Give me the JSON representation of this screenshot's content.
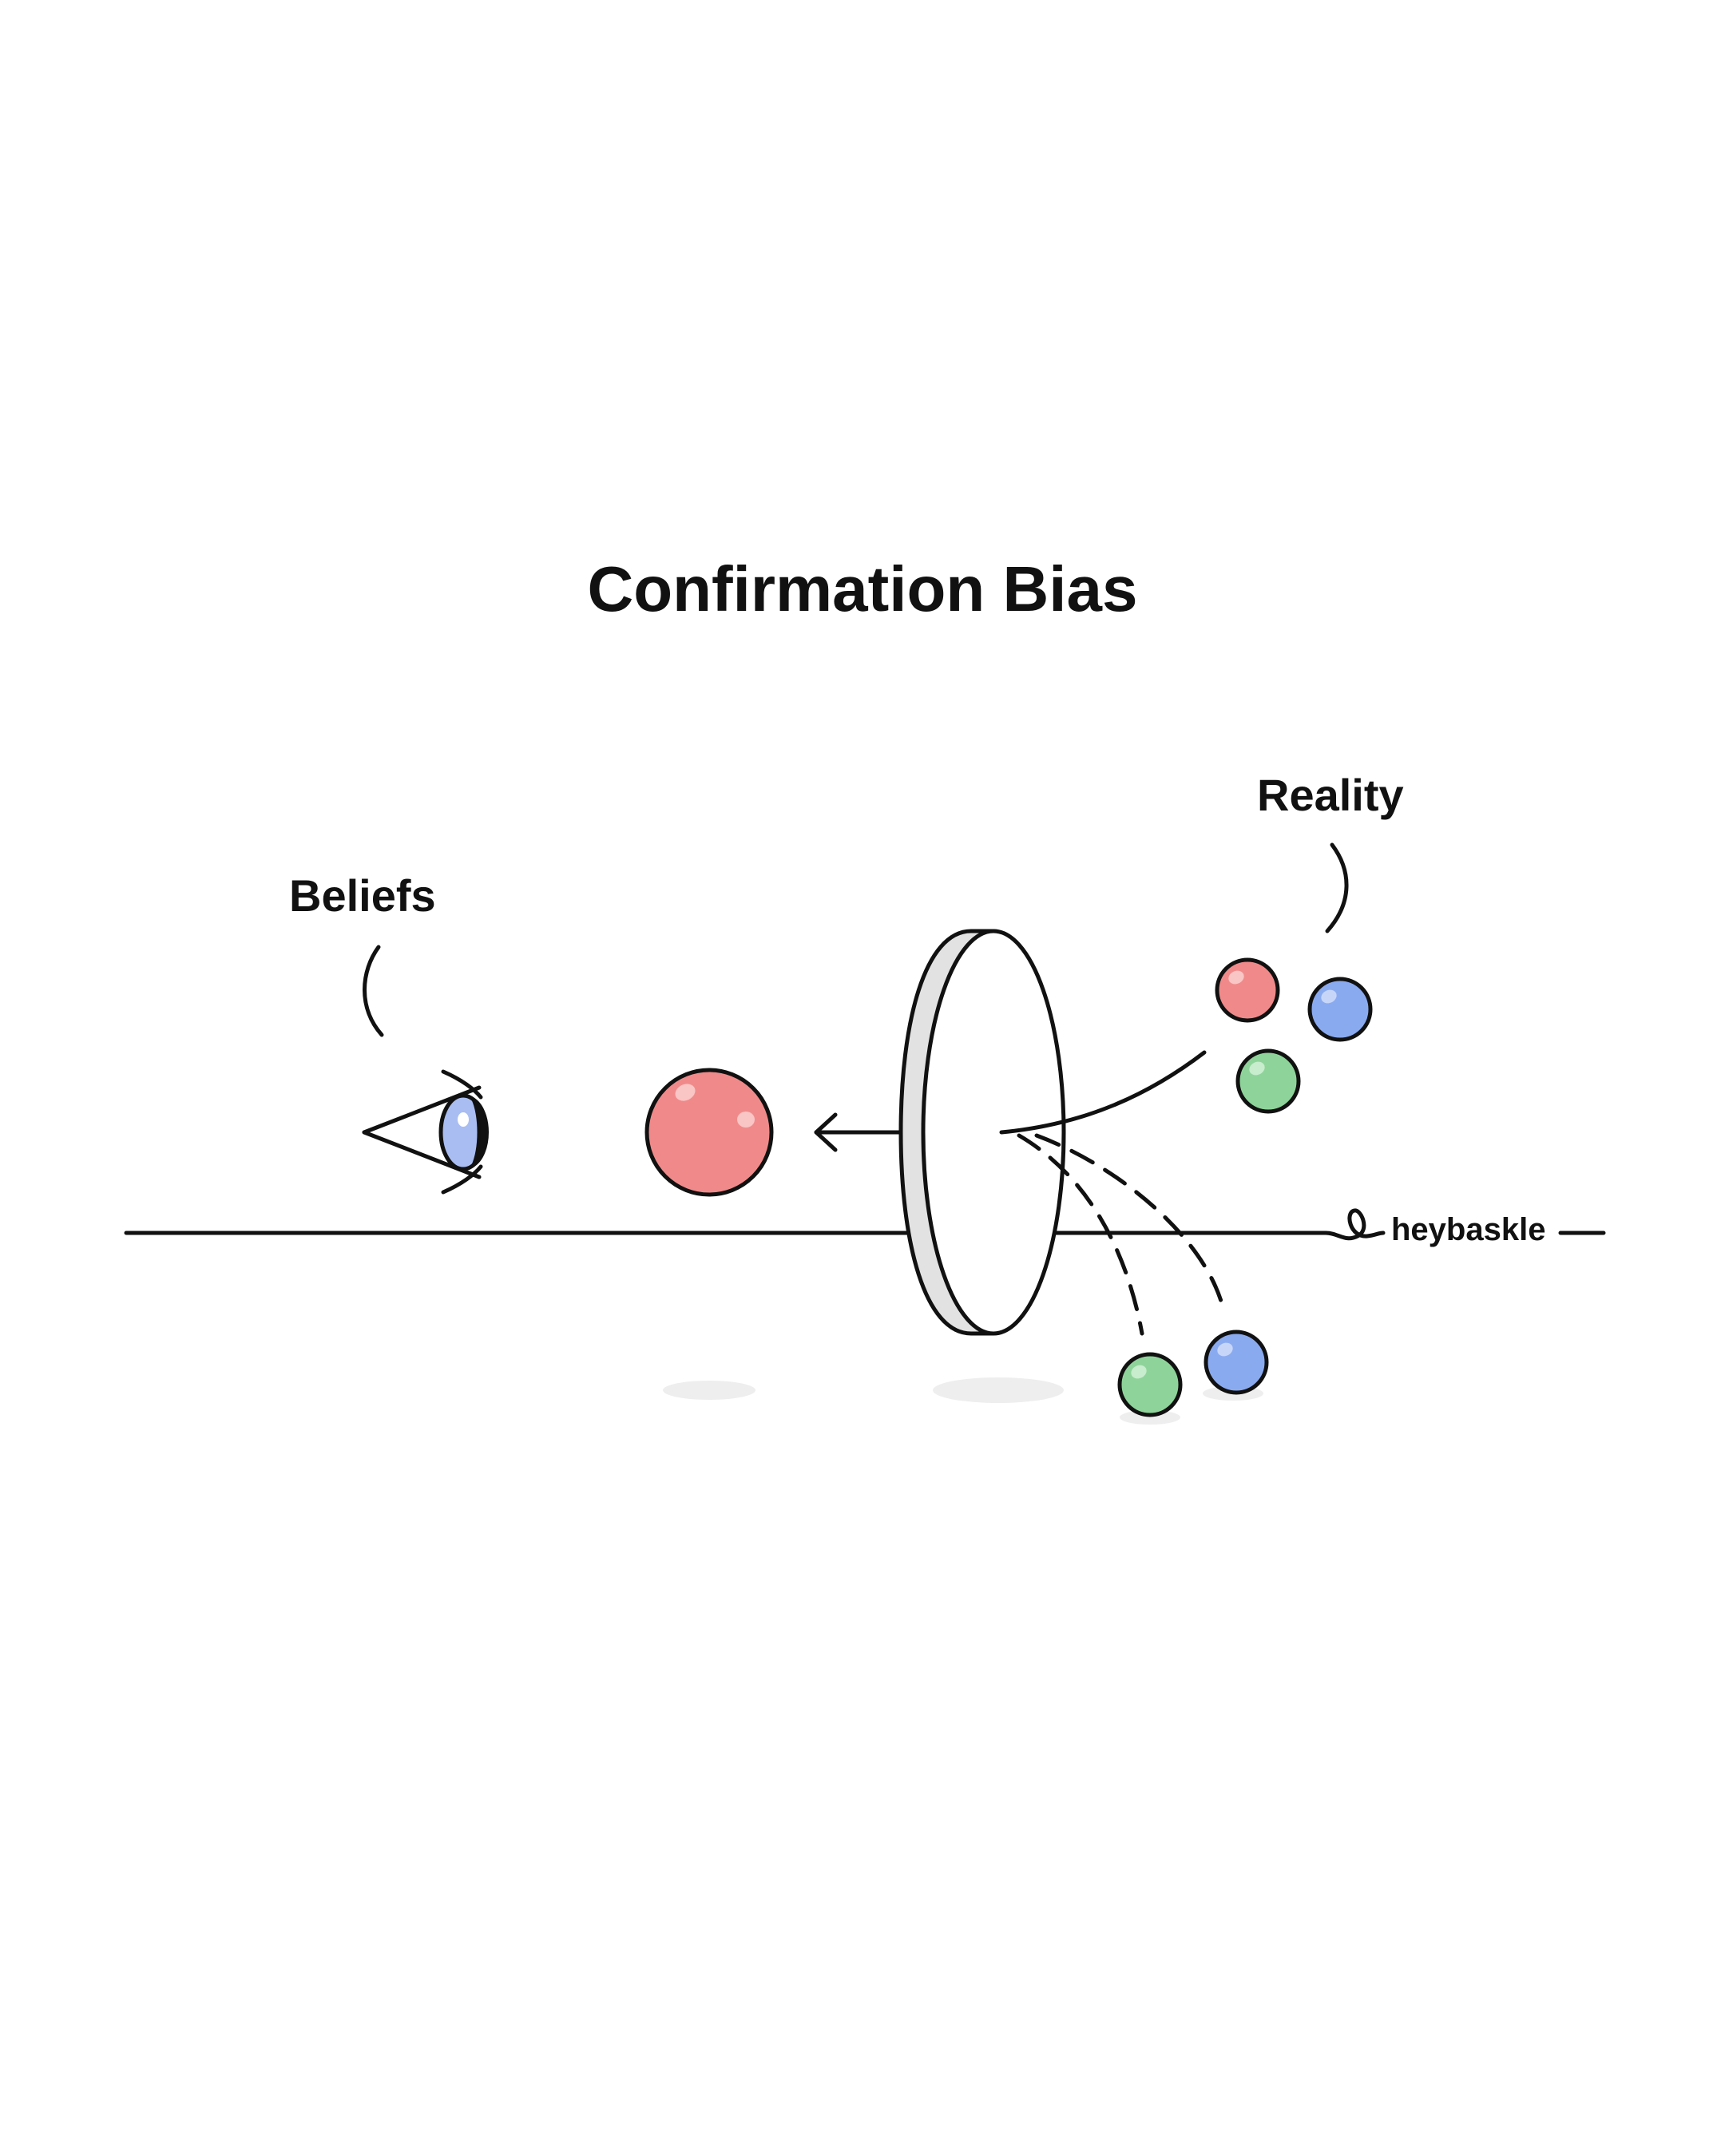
{
  "title": "Confirmation Bias",
  "labels": {
    "beliefs": "Beliefs",
    "reality": "Reality"
  },
  "brand": {
    "name": "heybaskle",
    "icon": "loop-squiggle-icon"
  },
  "colors": {
    "ink": "#111111",
    "red_ball": "#F08A8A",
    "blue_ball": "#8AAAF0",
    "green_ball": "#8ED49A",
    "iris": "#A9BDF2",
    "lens_edge": "#E2E2E2",
    "shadow": "#EEEEEE"
  }
}
